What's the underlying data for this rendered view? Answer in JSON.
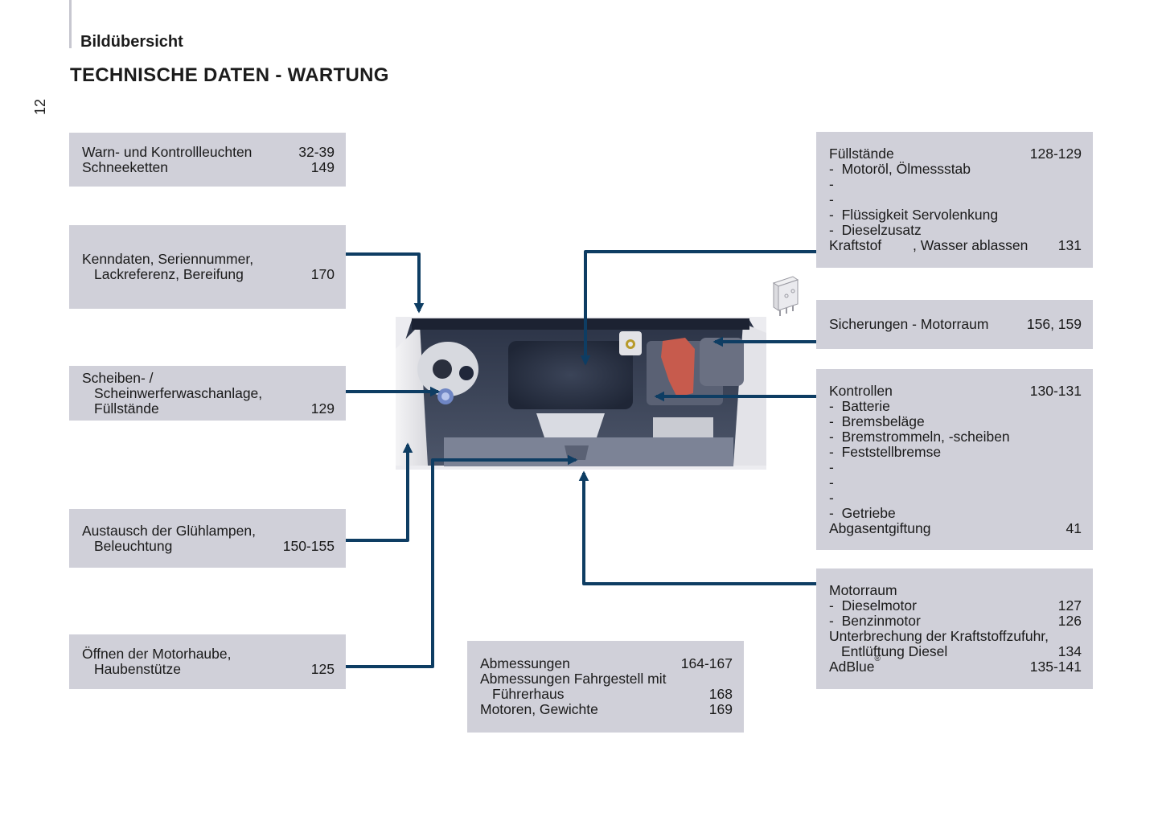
{
  "header": {
    "section": "Bildübersicht",
    "title": "TECHNISCHE DATEN - WARTUNG",
    "page_number": "12"
  },
  "colors": {
    "box_background": "#d0d0d9",
    "leader_line": "#0e3d63",
    "side_rule": "#c7c7d0"
  },
  "left_boxes": [
    {
      "id": "warn",
      "rows": [
        {
          "text": "Warn- und Kontrollleuchten",
          "page": "32-39"
        },
        {
          "text": "Schneeketten",
          "page": "149"
        }
      ]
    },
    {
      "id": "kenndaten",
      "rows": [
        {
          "text": "Kenndaten, Seriennummer,",
          "page": ""
        },
        {
          "text": "Lackreferenz, Bereifung",
          "page": "170",
          "indent": true
        }
      ]
    },
    {
      "id": "scheiben",
      "rows": [
        {
          "text": "Scheiben- /",
          "page": ""
        },
        {
          "text": "Scheinwerferwaschanlage,",
          "page": "",
          "indent": true
        },
        {
          "text": "Füllstände",
          "page": "129",
          "indent": true
        }
      ]
    },
    {
      "id": "gluehlampen",
      "rows": [
        {
          "text": "Austausch der Glühlampen,",
          "page": ""
        },
        {
          "text": "Beleuchtung",
          "page": "150-155",
          "indent": true
        }
      ]
    },
    {
      "id": "motorhaube",
      "rows": [
        {
          "text": "Öffnen der Motorhaube,",
          "page": ""
        },
        {
          "text": "Haubenstütze",
          "page": "125",
          "indent": true
        }
      ]
    }
  ],
  "right_boxes": [
    {
      "id": "fuellstaende",
      "rows": [
        {
          "text": "Füllstände",
          "page": "128-129"
        },
        {
          "text": "Motoröl, Ölmessstab",
          "page": "",
          "dash": true
        },
        {
          "text": "",
          "page": "",
          "dash": true
        },
        {
          "text": "",
          "page": "",
          "dash": true
        },
        {
          "text": "Flüssigkeit Servolenkung",
          "page": "",
          "dash": true
        },
        {
          "text": "Dieselzusatz",
          "page": "",
          "dash": true
        },
        {
          "text": "Kraftstof        , Wasser ablassen",
          "page": "131"
        }
      ]
    },
    {
      "id": "sicherungen",
      "rows": [
        {
          "text": "Sicherungen - Motorraum",
          "page": "156, 159"
        }
      ]
    },
    {
      "id": "kontrollen",
      "rows": [
        {
          "text": "Kontrollen",
          "page": "130-131"
        },
        {
          "text": "Batterie",
          "page": "",
          "dash": true
        },
        {
          "text": "Bremsbeläge",
          "page": "",
          "dash": true
        },
        {
          "text": "Bremstrommeln, -scheiben",
          "page": "",
          "dash": true
        },
        {
          "text": "Feststellbremse",
          "page": "",
          "dash": true
        },
        {
          "text": "",
          "page": "",
          "dash": true
        },
        {
          "text": "",
          "page": "",
          "dash": true
        },
        {
          "text": "",
          "page": "",
          "dash": true
        },
        {
          "text": "Getriebe",
          "page": "",
          "dash": true
        },
        {
          "text": "Abgasentgiftung",
          "page": "41"
        }
      ]
    },
    {
      "id": "motorraum",
      "rows": [
        {
          "text": "Motorraum",
          "page": ""
        },
        {
          "text": "Dieselmotor",
          "page": "127",
          "dash": true
        },
        {
          "text": "Benzinmotor",
          "page": "126",
          "dash": true
        },
        {
          "text": "Unterbrechung der Kraftstoffzufuhr,",
          "page": ""
        },
        {
          "text": "Entlüftung Diesel",
          "page": "134",
          "indent": true
        },
        {
          "text": "AdBlue",
          "page": "135-141",
          "sup": "®"
        }
      ]
    }
  ],
  "bottom_box": {
    "id": "abmessungen",
    "rows": [
      {
        "text": "Abmessungen",
        "page": "164-167"
      },
      {
        "text": "Abmessungen Fahrgestell mit",
        "page": ""
      },
      {
        "text": "Führerhaus",
        "page": "168",
        "indent": true
      },
      {
        "text": "Motoren, Gewichte",
        "page": "169"
      }
    ]
  },
  "illustration": {
    "name": "engine-compartment",
    "icon": "fuse-icon"
  }
}
